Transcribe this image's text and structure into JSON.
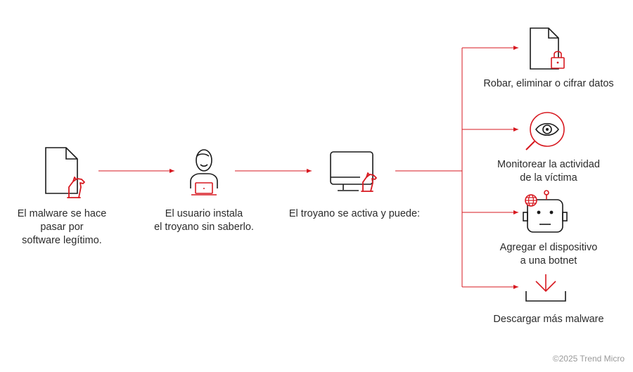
{
  "steps": [
    {
      "label": "El malware se hace\npasar por\nsoftware legítimo."
    },
    {
      "label": "El usuario instala\nel troyano sin saberlo."
    },
    {
      "label": "El troyano se activa y puede:"
    }
  ],
  "outcomes": [
    {
      "label": "Robar, eliminar o cifrar datos"
    },
    {
      "label": "Monitorear la actividad\nde la víctima"
    },
    {
      "label": "Agregar el dispositivo\na una botnet"
    },
    {
      "label": "Descargar más malware"
    }
  ],
  "footer": {
    "copyright": "©2025 Trend Micro"
  },
  "colors": {
    "accent": "#d71920",
    "stroke": "#1a1a1a",
    "text": "#2b2b2b"
  },
  "icons": [
    "document-trojan-icon",
    "user-laptop-icon",
    "monitor-trojan-icon",
    "document-lock-icon",
    "eye-magnifier-icon",
    "robot-globe-icon",
    "download-tray-icon"
  ]
}
